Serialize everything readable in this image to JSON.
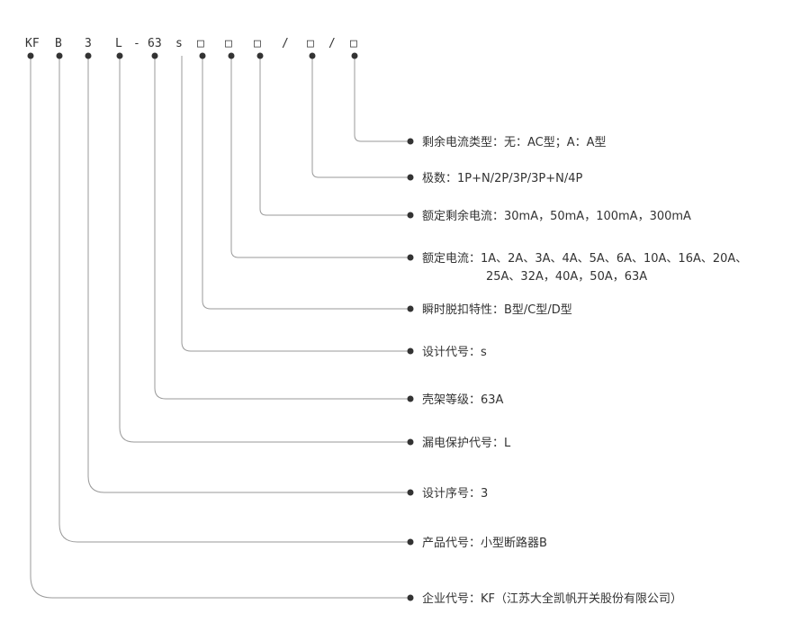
{
  "model_code": [
    {
      "id": "kf",
      "label": "KF"
    },
    {
      "id": "b",
      "label": "B"
    },
    {
      "id": "3",
      "label": "3"
    },
    {
      "id": "l",
      "label": "L"
    },
    {
      "id": "dash",
      "label": "-"
    },
    {
      "id": "63",
      "label": "63"
    },
    {
      "id": "s",
      "label": "s"
    },
    {
      "id": "box1",
      "label": "□"
    },
    {
      "id": "box2",
      "label": "□"
    },
    {
      "id": "box3",
      "label": "□"
    },
    {
      "id": "sl1",
      "label": "/"
    },
    {
      "id": "box4",
      "label": "□"
    },
    {
      "id": "sl2",
      "label": "/"
    },
    {
      "id": "box5",
      "label": "□"
    }
  ],
  "descriptions": [
    {
      "id": "residual-current-type",
      "text": "剩余电流类型：无：AC型；A：A型"
    },
    {
      "id": "poles",
      "text": "极数：1P+N/2P/3P/3P+N/4P"
    },
    {
      "id": "rated-residual-current",
      "text": "额定剩余电流：30mA，50mA，100mA，300mA"
    },
    {
      "id": "rated-current",
      "text": "额定电流：1A、2A、3A、4A、5A、6A、10A、16A、20A、",
      "text2": "25A、32A，40A，50A，63A"
    },
    {
      "id": "trip-characteristic",
      "text": "瞬时脱扣特性：B型/C型/D型"
    },
    {
      "id": "design-code-s",
      "text": "设计代号：s"
    },
    {
      "id": "frame-rating",
      "text": "壳架等级：63A"
    },
    {
      "id": "leakage-protection-code",
      "text": "漏电保护代号：L"
    },
    {
      "id": "design-serial",
      "text": "设计序号：3"
    },
    {
      "id": "product-code",
      "text": "产品代号：小型断路器B"
    },
    {
      "id": "company-code",
      "text": "企业代号：KF（江苏大全凯帆开关股份有限公司）"
    }
  ]
}
